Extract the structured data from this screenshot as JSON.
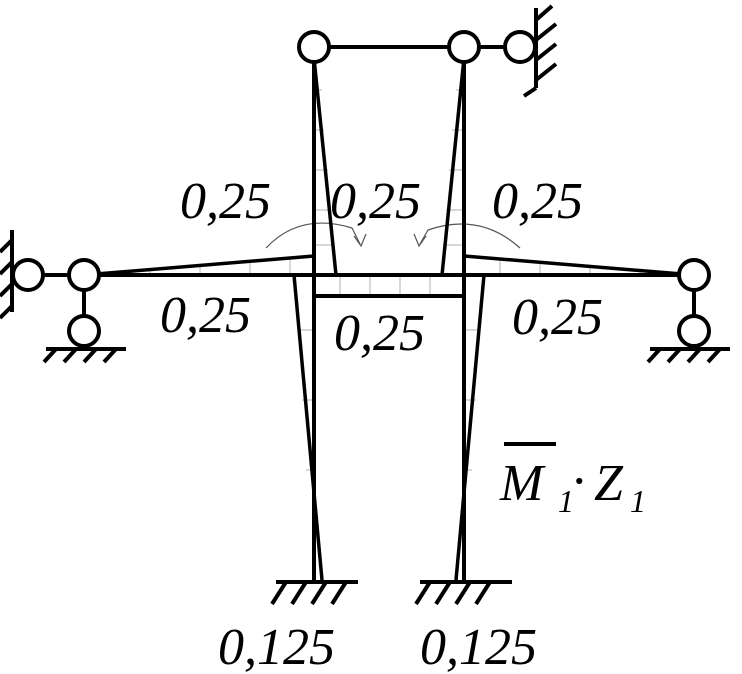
{
  "diagram": {
    "moment_labels": {
      "upper_left": "0,25",
      "upper_center": "0,25",
      "upper_right": "0,25",
      "lower_left": "0,25",
      "lower_center": "0,25",
      "lower_right": "0,25",
      "base_left": "0,125",
      "base_right": "0,125"
    },
    "caption": {
      "m": "M",
      "m_sub": "1",
      "dot": "·",
      "z": "Z",
      "z_sub": "1"
    }
  },
  "colors": {
    "line": "#000000",
    "background": "#ffffff",
    "hatch": "#b0b0b0"
  }
}
